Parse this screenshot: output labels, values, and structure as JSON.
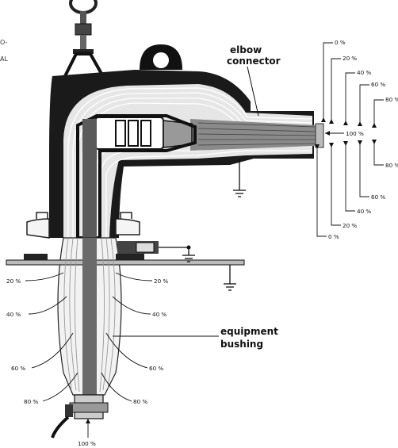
{
  "corner_text": [
    "O-",
    "AL"
  ],
  "callouts": {
    "elbow": [
      "elbow",
      "connector"
    ],
    "bushing": [
      "equipment",
      "bushing"
    ]
  },
  "right_scale": [
    "0 %",
    "20 %",
    "40 %",
    "60 %",
    "80 %",
    "100 %",
    "80 %",
    "60 %",
    "40 %",
    "20 %",
    "0 %"
  ],
  "left_scale": [
    "20 %",
    "40 %",
    "60 %",
    "80 %"
  ],
  "right_bushing_scale": [
    "20 %",
    "40 %",
    "60 %",
    "80 %"
  ],
  "bottom_label": "100 %",
  "colors": {
    "housing": "#1a1a1a",
    "insulation": "#ebebeb",
    "conductor": "#777777",
    "field_line": "#ffffff",
    "bushing_fill": "#f2f2f2"
  }
}
